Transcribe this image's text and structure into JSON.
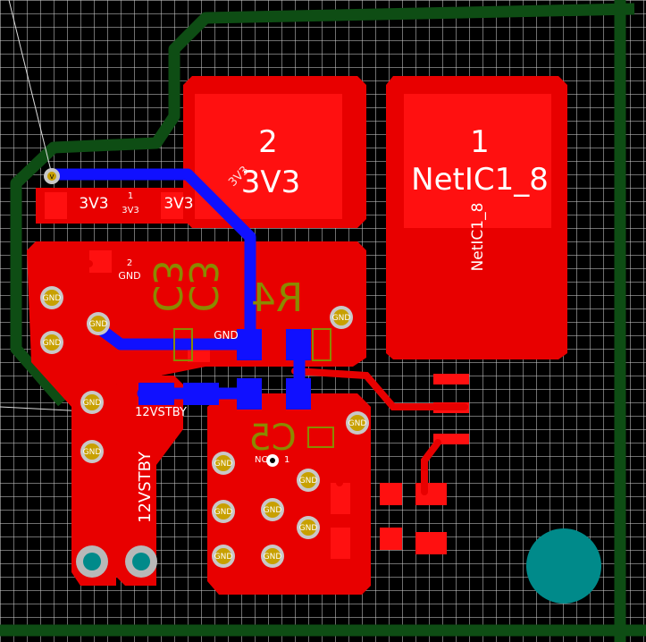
{
  "pads": {
    "pad2_number": "2",
    "pad2_net": "3V3",
    "pad1_number": "1",
    "pad1_net": "NetIC1_8"
  },
  "silk": {
    "r4": "R4",
    "c3": "C3",
    "c5": "C5"
  },
  "labels": {
    "net_3v3_a": "3V3",
    "net_3v3_b": "3V3",
    "pin1": "1",
    "pin1_net": "3V3",
    "pin2": "2",
    "pin2_net": "GND",
    "gnd_mid": "GND",
    "twelve_vstby_h": "12VSTBY",
    "twelve_vstby_v": "12VSTBY",
    "vertical_net": "NetIC1_8",
    "diag_3v3": "3V3",
    "via_label": "V",
    "nc": "NC",
    "nc_pin": "1",
    "gnd_via": "GND"
  },
  "colors": {
    "copper": "#e80000",
    "copper_dim": "#b80000",
    "trace_blue": "#1010ff",
    "keepout_green": "#0e4d14",
    "silk_olive": "#8a8a00",
    "hole_teal": "#008a8a",
    "via_gold": "#c8a000"
  }
}
